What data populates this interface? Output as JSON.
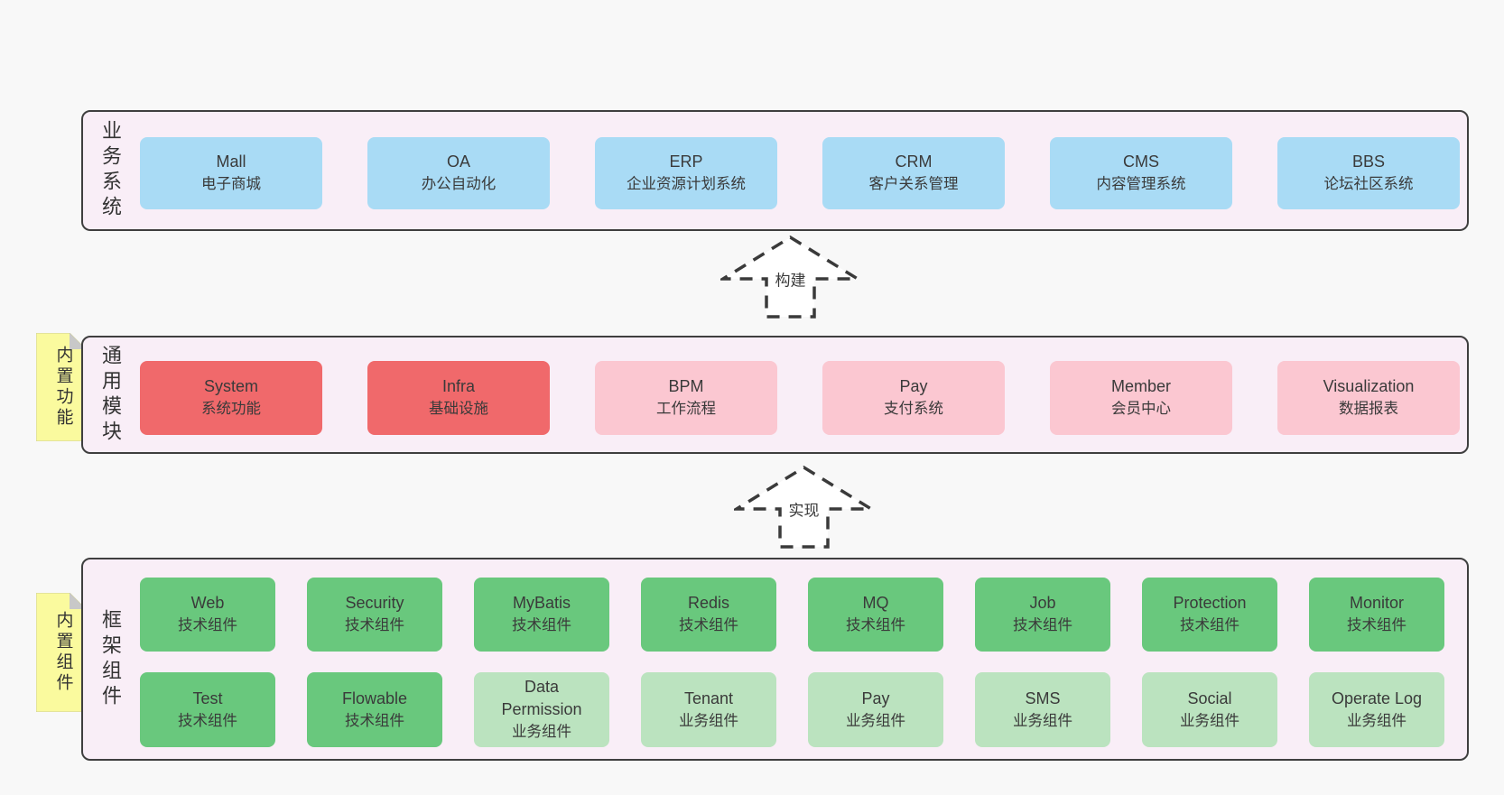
{
  "colors": {
    "page_bg": "#f8f8f8",
    "layer_bg": "#f9eef7",
    "layer_border": "#3f3f3f",
    "text": "#3a3a3a",
    "blue": "#a9dbf5",
    "red": "#f0696b",
    "pink": "#fbc7d1",
    "green": "#69c87d",
    "light_green": "#bbe3bf",
    "note_yellow": "#fafa9e",
    "note_fold": "#c8c8c8",
    "note_edge": "#cfcf96",
    "arrow_stroke": "#3a3a3a",
    "arrow_fill": "#ffffff"
  },
  "diagram": {
    "business_layer": {
      "label": "业务系统",
      "boxes": [
        {
          "title": "Mall",
          "subtitle": "电子商城",
          "variant": "blue"
        },
        {
          "title": "OA",
          "subtitle": "办公自动化",
          "variant": "blue"
        },
        {
          "title": "ERP",
          "subtitle": "企业资源计划系统",
          "variant": "blue"
        },
        {
          "title": "CRM",
          "subtitle": "客户关系管理",
          "variant": "blue"
        },
        {
          "title": "CMS",
          "subtitle": "内容管理系统",
          "variant": "blue"
        },
        {
          "title": "BBS",
          "subtitle": "论坛社区系统",
          "variant": "blue"
        }
      ]
    },
    "arrow_build": {
      "label": "构建"
    },
    "module_layer": {
      "label": "通用模块",
      "note": "内置功能",
      "boxes": [
        {
          "title": "System",
          "subtitle": "系统功能",
          "variant": "red"
        },
        {
          "title": "Infra",
          "subtitle": "基础设施",
          "variant": "red"
        },
        {
          "title": "BPM",
          "subtitle": "工作流程",
          "variant": "pink"
        },
        {
          "title": "Pay",
          "subtitle": "支付系统",
          "variant": "pink"
        },
        {
          "title": "Member",
          "subtitle": "会员中心",
          "variant": "pink"
        },
        {
          "title": "Visualization",
          "subtitle": "数据报表",
          "variant": "pink"
        }
      ]
    },
    "arrow_implement": {
      "label": "实现"
    },
    "component_layer": {
      "label": "框架组件",
      "note": "内置组件",
      "row1": [
        {
          "title": "Web",
          "subtitle": "技术组件",
          "variant": "green"
        },
        {
          "title": "Security",
          "subtitle": "技术组件",
          "variant": "green"
        },
        {
          "title": "MyBatis",
          "subtitle": "技术组件",
          "variant": "green"
        },
        {
          "title": "Redis",
          "subtitle": "技术组件",
          "variant": "green"
        },
        {
          "title": "MQ",
          "subtitle": "技术组件",
          "variant": "green"
        },
        {
          "title": "Job",
          "subtitle": "技术组件",
          "variant": "green"
        },
        {
          "title": "Protection",
          "subtitle": "技术组件",
          "variant": "green"
        },
        {
          "title": "Monitor",
          "subtitle": "技术组件",
          "variant": "green"
        }
      ],
      "row2": [
        {
          "title": "Test",
          "subtitle": "技术组件",
          "variant": "green"
        },
        {
          "title": "Flowable",
          "subtitle": "技术组件",
          "variant": "green"
        },
        {
          "title": "Data Permission",
          "subtitle": "业务组件",
          "variant": "light_green"
        },
        {
          "title": "Tenant",
          "subtitle": "业务组件",
          "variant": "light_green"
        },
        {
          "title": "Pay",
          "subtitle": "业务组件",
          "variant": "light_green"
        },
        {
          "title": "SMS",
          "subtitle": "业务组件",
          "variant": "light_green"
        },
        {
          "title": "Social",
          "subtitle": "业务组件",
          "variant": "light_green"
        },
        {
          "title": "Operate Log",
          "subtitle": "业务组件",
          "variant": "light_green"
        }
      ]
    }
  }
}
